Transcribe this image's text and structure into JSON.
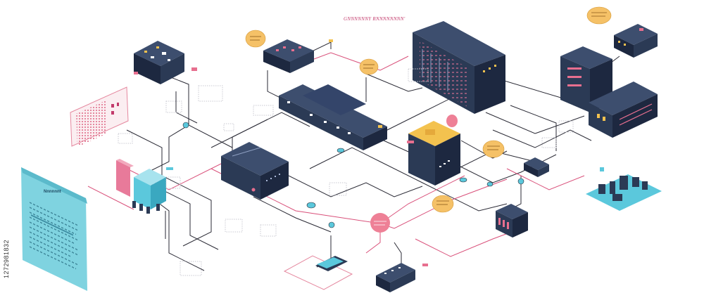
{
  "diagram": {
    "header_text": "GNNNNNNY RNNNNNNNN'",
    "stock_id": "1272981832",
    "panel_heading": "Nnnnnnt"
  },
  "colors": {
    "device_dark": "#2b3a55",
    "device_side": "#1d2840",
    "device_top": "#3d4e6e",
    "accent_pink": "#e76f8f",
    "accent_yellow": "#f3c24f",
    "accent_blue": "#5bc8dc",
    "panel_teal": "#7fd3e0",
    "wire_dark": "#2a2a35",
    "wire_pink": "#d9507a",
    "bubble_orange": "#f5c167"
  }
}
